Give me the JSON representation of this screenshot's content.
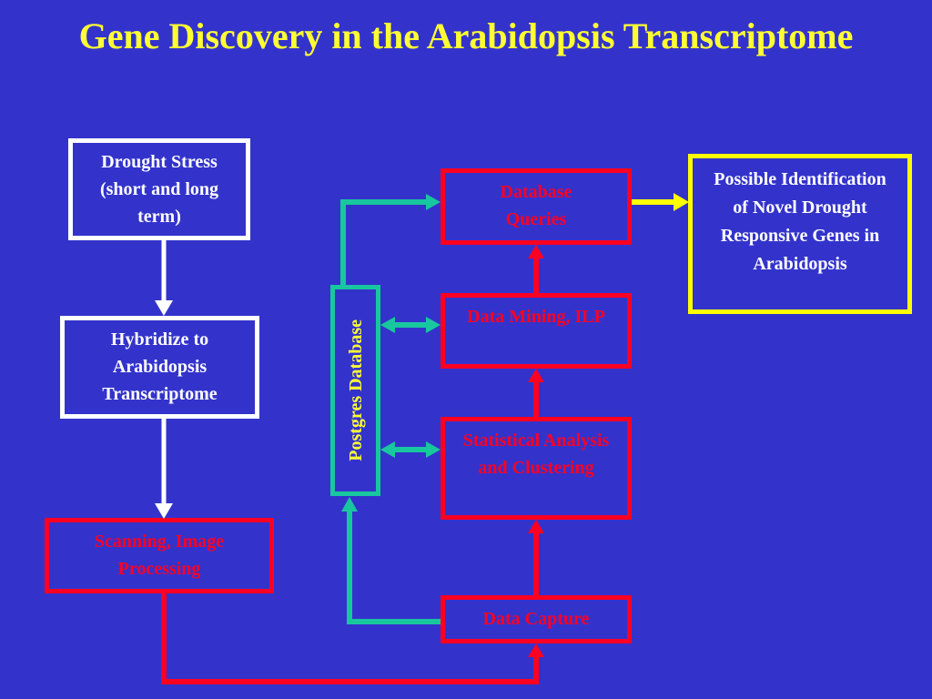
{
  "title": "Gene Discovery in the Arabidopsis Transcriptome",
  "nodes": {
    "drought": "Drought Stress (short and long term)",
    "hybridize": "Hybridize to Arabidopsis Transcriptome",
    "scanning": "Scanning, Image Processing",
    "db_queries": "Database Queries",
    "data_mining": "Data Mining, ILP",
    "statistical": "Statistical Analysis and Clustering",
    "data_capture": "Data Capture",
    "postgres": "Postgres Database",
    "possible": "Possible Identification of Novel Drought Responsive Genes in Arabidopsis"
  },
  "colors": {
    "background": "#3333cc",
    "title": "#ffff33",
    "red": "#ff0022",
    "green": "#19c79e",
    "yellow": "#ffff00",
    "white": "#ffffff"
  }
}
